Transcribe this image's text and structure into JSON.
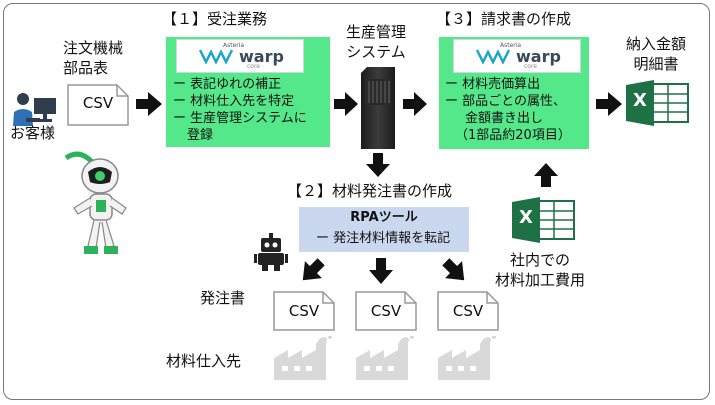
{
  "customer": {
    "label": "お客様",
    "csv_title": "注文機械\n部品表",
    "csv_label": "CSV"
  },
  "step1": {
    "title": "【１】受注業務",
    "logo": {
      "brand": "Asteria",
      "product": "warp",
      "sub": "core"
    },
    "bullets": [
      "ー 表記ゆれの補正",
      "ー 材料仕入先を特定",
      "ー 生産管理システムに",
      "登録"
    ]
  },
  "production": {
    "title": "生産管理\nシステム"
  },
  "step3": {
    "title": "【３】請求書の作成",
    "logo": {
      "brand": "Asteria",
      "product": "warp",
      "sub": "core"
    },
    "bullets": [
      "ー 材料売価算出",
      "ー 部品ごとの属性、",
      "金額書き出し",
      "（1部品約20項目）"
    ]
  },
  "output": {
    "title": "納入金額\n明細書",
    "excel_letter": "X"
  },
  "step2": {
    "title": "【２】材料発注書の作成",
    "rpa_title": "RPAツール",
    "rpa_bullet": "ー 発注材料情報を転記"
  },
  "orders": {
    "label": "発注書",
    "csv_labels": [
      "CSV",
      "CSV",
      "CSV"
    ]
  },
  "suppliers": {
    "label": "材料仕入先"
  },
  "internal": {
    "label": "社内での\n材料加工費用",
    "excel_letter": "X"
  },
  "colors": {
    "green": "#55e88a",
    "rpa_blue": "#c9d8ee",
    "excel_green": "#1e7145",
    "arrow": "#111111"
  }
}
